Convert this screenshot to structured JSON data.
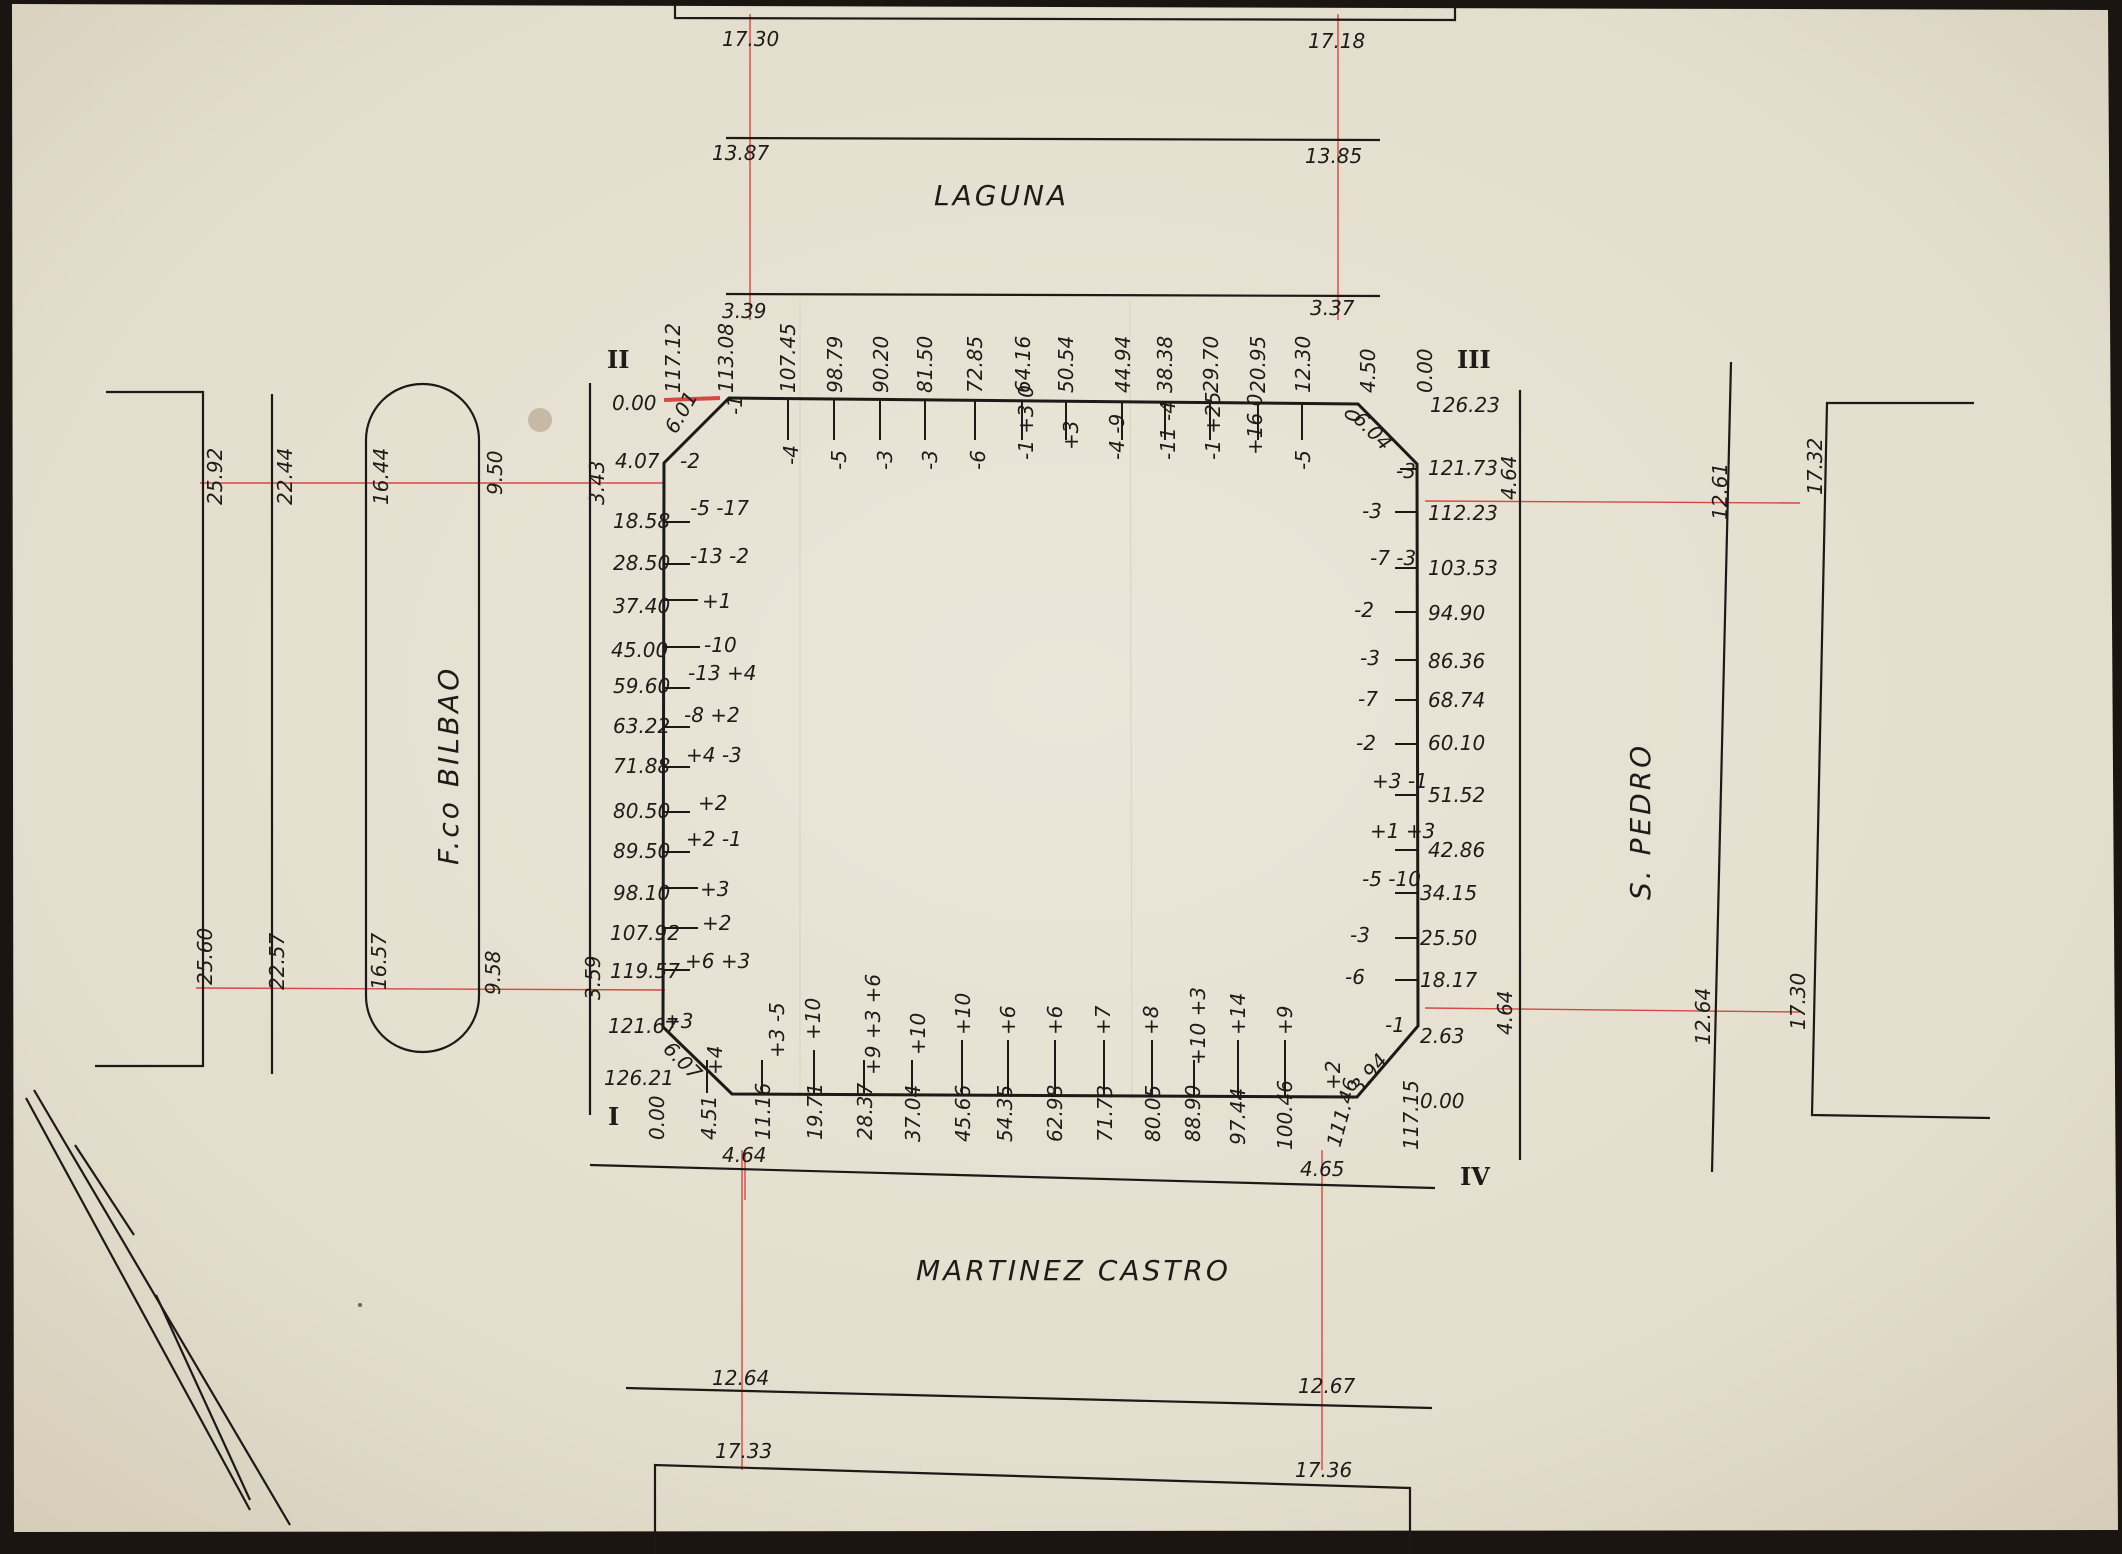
{
  "streets": {
    "north": "LAGUNA",
    "south": "MARTINEZ CASTRO",
    "west": "F.co BILBAO",
    "east": "S. PEDRO"
  },
  "corners": {
    "nw": "II",
    "ne": "III",
    "sw": "I",
    "se": "IV"
  },
  "north_street_levels": {
    "top_left": "17.30",
    "top_right": "17.18",
    "mid_left": "13.87",
    "mid_right": "13.85",
    "bottom_left": "3.39",
    "bottom_right": "3.37"
  },
  "south_street_levels": {
    "mid_left": "12.64",
    "mid_right": "12.67",
    "bottom_left": "17.33",
    "bottom_right": "17.36"
  },
  "west_street_levels": {
    "outer_top": "25.92",
    "outer2_top": "22.44",
    "oval_left_top": "16.44",
    "oval_right_top": "9.50",
    "edge_top": "3.43",
    "outer_bottom": "25.60",
    "outer2_bottom": "22.57",
    "oval_left_bottom": "16.57",
    "oval_right_bottom": "9.58",
    "edge_bottom": "3.59"
  },
  "east_street_levels": {
    "edge_top": "4.64",
    "inner_top": "12.61",
    "outer_top": "17.32",
    "edge_bottom": "4.64",
    "inner_bottom": "12.64",
    "outer_bottom": "17.30"
  },
  "south_edge_labels": {
    "left": "4.64",
    "right": "4.65"
  },
  "top_edge": {
    "stations": [
      "117.12",
      "113.08",
      "107.45",
      "98.79",
      "90.20",
      "81.50",
      "72.85",
      "64.16",
      "50.54",
      "44.94",
      "38.38",
      "29.70",
      "20.95",
      "12.30",
      "4.50",
      "0.00"
    ],
    "offsets": [
      "-1",
      "-4",
      "-5",
      "-3",
      "-3",
      "-6",
      "-1 +3 0",
      "+3",
      "-4 -9",
      "-11 -4",
      "-1 +25",
      "+16 0",
      "-5",
      "0"
    ],
    "chamfer_nw": "6.01",
    "chamfer_ne": "6.04"
  },
  "left_edge": {
    "stations": [
      "0.00",
      "4.07",
      "18.58",
      "28.50",
      "37.40",
      "45.00",
      "59.60",
      "63.22",
      "71.88",
      "80.50",
      "89.50",
      "98.10",
      "107.92",
      "119.57",
      "121.67",
      "126.21"
    ],
    "offsets": [
      "-2",
      "-5 -17",
      "-13 -2",
      "+1",
      "-10",
      "-13 +4",
      "-8 +2",
      "+4 -3",
      "+2",
      "+2 -1",
      "+3",
      "+2",
      "+6 +3",
      "+3"
    ],
    "chamfer_sw": "6.07"
  },
  "right_edge": {
    "stations": [
      "126.23",
      "121.73",
      "112.23",
      "103.53",
      "94.90",
      "86.36",
      "68.74",
      "60.10",
      "51.52",
      "42.86",
      "34.15",
      "25.50",
      "18.17",
      "2.63",
      "0.00"
    ],
    "offsets": [
      "-3",
      "-3",
      "-7 -3",
      "-2",
      "-3",
      "-7",
      "-2",
      "+3 -1",
      "+1 +3",
      "-5 -10",
      "-3",
      "-6",
      "-1"
    ],
    "chamfer_se": "3.94"
  },
  "bottom_edge": {
    "stations": [
      "0.00",
      "4.51",
      "11.16",
      "19.71",
      "28.37",
      "37.04",
      "45.66",
      "54.35",
      "62.98",
      "71.73",
      "80.05",
      "88.90",
      "97.44",
      "100.46",
      "111.46",
      "117.15"
    ],
    "offsets": [
      "+4",
      "+3 -5",
      "+10",
      "+9 +3 +6",
      "+10",
      "+10",
      "+6",
      "+6",
      "+7",
      "+8",
      "+10 +3",
      "+14",
      "+9",
      "+2"
    ]
  }
}
